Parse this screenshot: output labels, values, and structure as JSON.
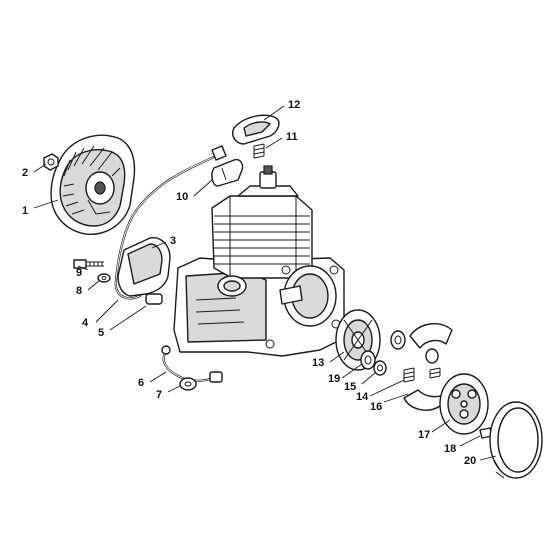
{
  "diagram": {
    "callouts": [
      {
        "id": "1",
        "label": "1"
      },
      {
        "id": "2",
        "label": "2"
      },
      {
        "id": "3",
        "label": "3"
      },
      {
        "id": "4",
        "label": "4"
      },
      {
        "id": "5",
        "label": "5"
      },
      {
        "id": "6",
        "label": "6"
      },
      {
        "id": "7",
        "label": "7"
      },
      {
        "id": "8",
        "label": "8"
      },
      {
        "id": "9",
        "label": "9"
      },
      {
        "id": "10",
        "label": "10"
      },
      {
        "id": "11",
        "label": "11"
      },
      {
        "id": "12",
        "label": "12"
      },
      {
        "id": "13",
        "label": "13"
      },
      {
        "id": "14",
        "label": "14"
      },
      {
        "id": "15",
        "label": "15"
      },
      {
        "id": "16",
        "label": "16"
      },
      {
        "id": "17",
        "label": "17"
      },
      {
        "id": "18",
        "label": "18"
      },
      {
        "id": "19",
        "label": "19"
      },
      {
        "id": "20",
        "label": "20"
      }
    ]
  }
}
